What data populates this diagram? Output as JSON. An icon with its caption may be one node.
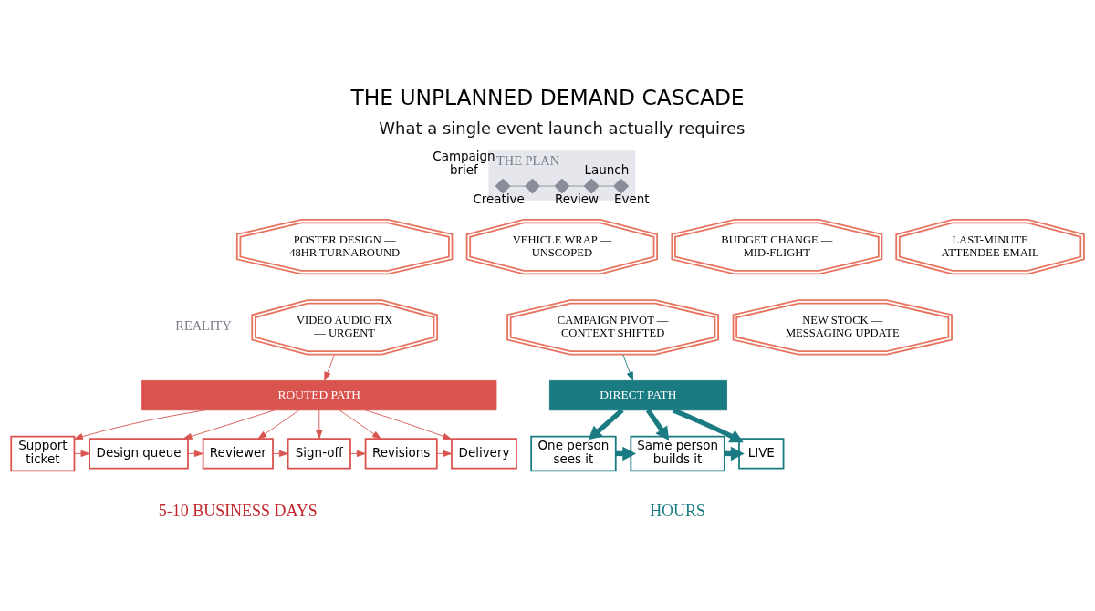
{
  "diagram": {
    "title": "THE UNPLANNED DEMAND CASCADE",
    "nodes": [
      {
        "text": [
          "THE PLAN"
        ]
      },
      {
        "text": [],
        "shape": "diamond",
        "beside": [
          "Campaign brief"
        ],
        "in": 0
      },
      {
        "text": [],
        "shape": "diamond",
        "beside": [
          "Creative"
        ],
        "in": 0
      },
      {
        "text": [],
        "shape": "diamond",
        "beside": [
          "Review"
        ],
        "in": 0
      },
      {
        "text": [],
        "shape": "diamond",
        "beside": [
          "Launch"
        ],
        "in": 0
      },
      {
        "text": [],
        "shape": "diamond",
        "beside": [
          "Event"
        ],
        "in": 0
      },
      {
        "text": [
          "POSTER DESIGN — 48HR TURNAROUND"
        ]
      },
      {
        "text": [
          "VEHICLE WRAP — UNSCOPED"
        ]
      },
      {
        "text": [
          "BUDGET CHANGE — MID-FLIGHT"
        ]
      },
      {
        "text": [
          "LAST-MINUTE ATTENDEE EMAIL"
        ]
      },
      {
        "text": [
          "NEW STOCK — MESSAGING UPDATE"
        ]
      },
      {
        "text": [
          "VIDEO AUDIO FIX — URGENT"
        ]
      },
      {
        "text": [
          "CAMPAIGN PIVOT — CONTEXT SHIFTED"
        ]
      },
      {
        "text": [
          "ROUTED PATH"
        ]
      },
      {
        "text": [
          "DIRECT PATH"
        ]
      },
      {
        "text": [
          "Support ticket"
        ]
      },
      {
        "text": [
          "Design queue"
        ]
      },
      {
        "text": [
          "Reviewer"
        ]
      },
      {
        "text": [
          "Sign-off"
        ]
      },
      {
        "text": [
          "Revisions"
        ]
      },
      {
        "text": [
          "Delivery"
        ]
      },
      {
        "text": [
          "One person sees it"
        ]
      },
      {
        "text": [
          "Same person builds it"
        ]
      },
      {
        "text": [
          "LIVE"
        ]
      }
    ],
    "edges": [
      {
        "from": 1,
        "to": 2,
        "arrow": "none",
        "color": "#8a8d99"
      },
      {
        "from": 2,
        "to": 3,
        "arrow": "none",
        "color": "#8a8d99"
      },
      {
        "from": 3,
        "to": 4,
        "arrow": "none",
        "color": "#8a8d99"
      },
      {
        "from": 4,
        "to": 5,
        "arrow": "none",
        "color": "#8a8d99"
      },
      {
        "from": 11,
        "to": 13,
        "arrow": "to"
      },
      {
        "from": 12,
        "to": 14,
        "arrow": "to",
        "color": "#1a7b82"
      },
      {
        "from": 13,
        "to": 15,
        "arrow": "to"
      },
      {
        "from": 13,
        "to": 16,
        "arrow": "to"
      },
      {
        "from": 13,
        "to": 17,
        "arrow": "to"
      },
      {
        "from": 13,
        "to": 18,
        "arrow": "to"
      },
      {
        "from": 13,
        "to": 19,
        "arrow": "to"
      },
      {
        "from": 13,
        "to": 20,
        "arrow": "to"
      },
      {
        "from": 15,
        "to": 16,
        "arrow": "to"
      },
      {
        "from": 16,
        "to": 17,
        "arrow": "to"
      },
      {
        "from": 17,
        "to": 18,
        "arrow": "to"
      },
      {
        "from": 18,
        "to": 19,
        "arrow": "to"
      },
      {
        "from": 19,
        "to": 20,
        "arrow": "to"
      },
      {
        "from": 14,
        "to": 21,
        "arrow": "to",
        "style": "thick",
        "color": "#1a7b82"
      },
      {
        "from": 14,
        "to": 22,
        "arrow": "to",
        "style": "thick",
        "color": "#1a7b82"
      },
      {
        "from": 14,
        "to": 23,
        "arrow": "to",
        "style": "thick",
        "color": "#1a7b82"
      },
      {
        "from": 21,
        "to": 22,
        "arrow": "to",
        "style": "thick",
        "color": "#1a7b82"
      },
      {
        "from": 22,
        "to": 23,
        "arrow": "to",
        "style": "thick",
        "color": "#1a7b82"
      }
    ],
    "labels": [
      "What a single event launch actually requires",
      "REALITY",
      "5-10 BUSINESS DAYS",
      "HOURS"
    ]
  }
}
